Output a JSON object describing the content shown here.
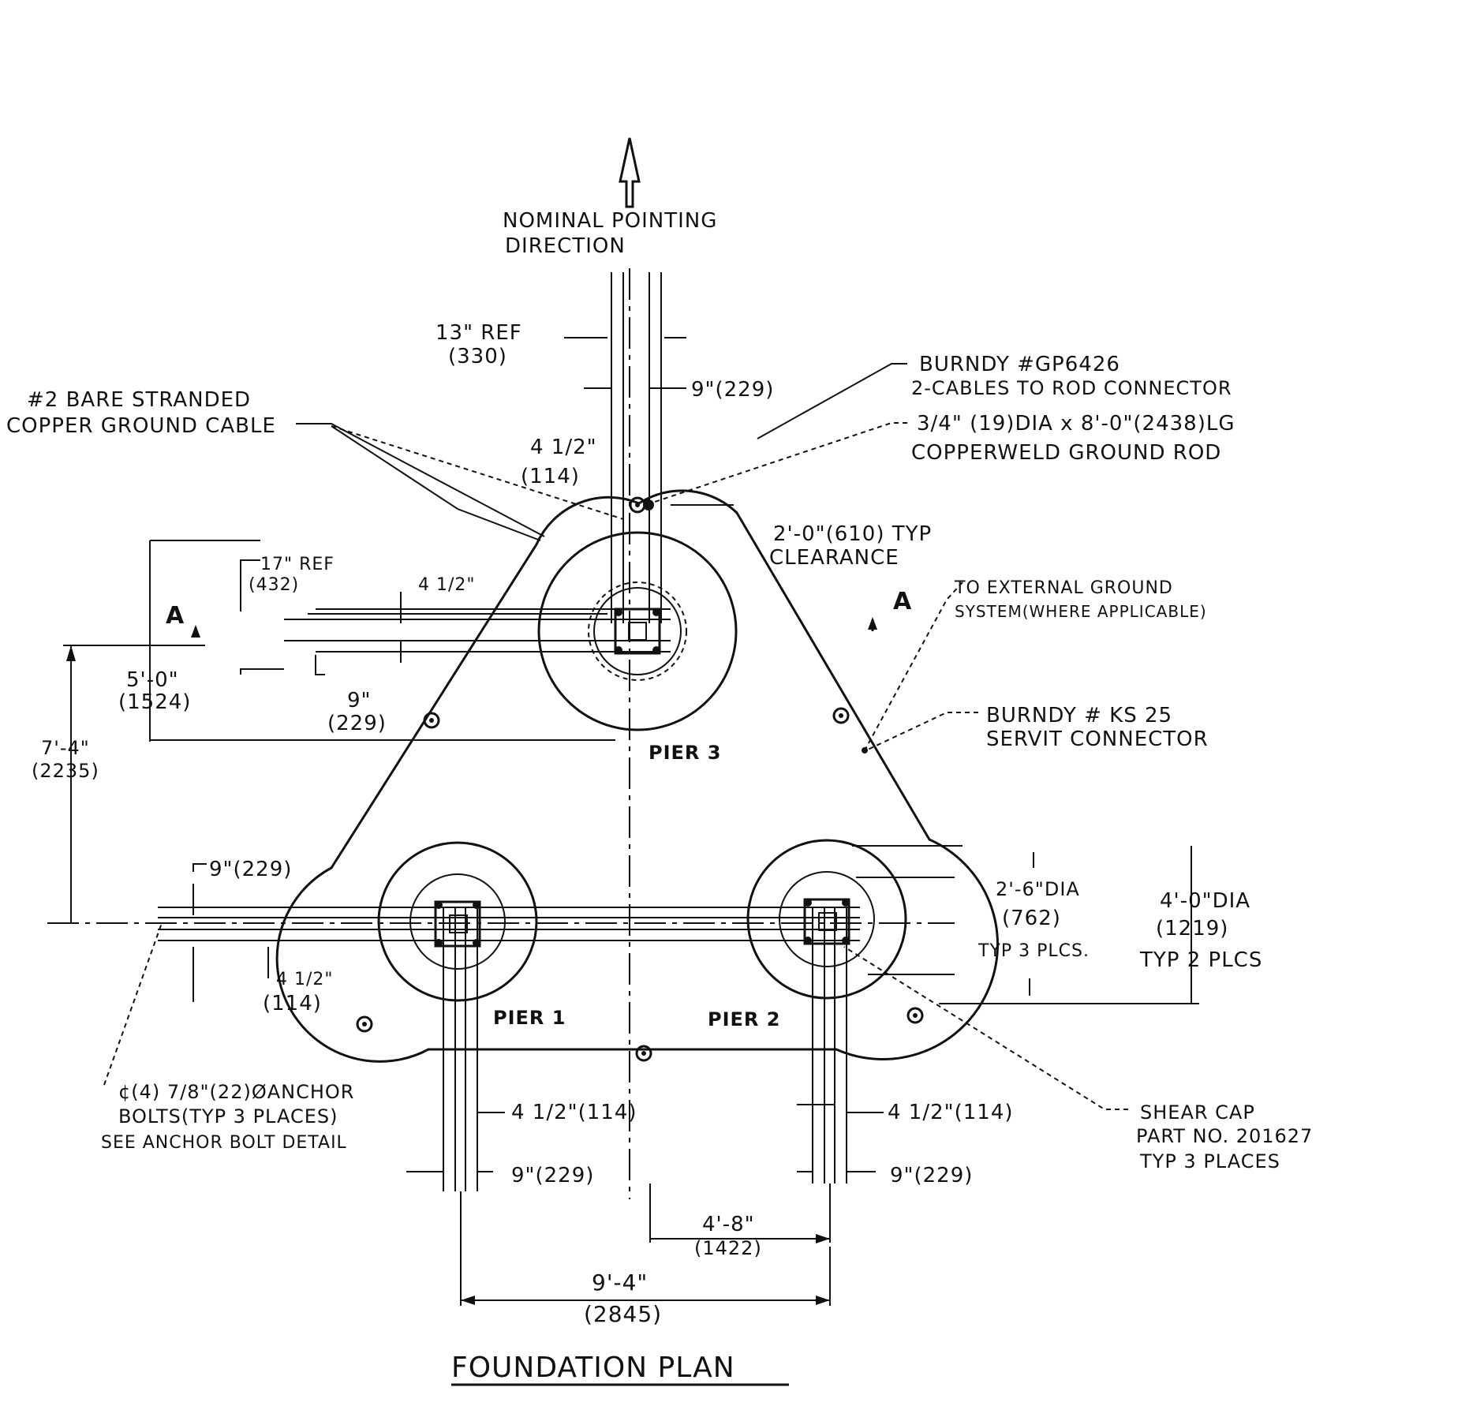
{
  "title": "FOUNDATION PLAN",
  "pointing": {
    "line1": "NOMINAL POINTING",
    "line2": "DIRECTION"
  },
  "piers": {
    "p1": "PIER 1",
    "p2": "PIER 2",
    "p3": "PIER 3"
  },
  "section_marks": {
    "left": "A",
    "right": "A"
  },
  "callouts": {
    "ground_cable": {
      "line1": "#2 BARE STRANDED",
      "line2": "COPPER GROUND CABLE"
    },
    "burndy_gp": {
      "line1": "BURNDY #GP6426",
      "line2": "2-CABLES TO ROD CONNECTOR"
    },
    "ground_rod": {
      "line1": "3/4\" (19)DIA x 8'-0\"(2438)LG",
      "line2": "COPPERWELD GROUND ROD"
    },
    "clearance": {
      "line1": "2'-0\"(610) TYP",
      "line2": "CLEARANCE"
    },
    "external_ground": {
      "line1": "TO EXTERNAL GROUND",
      "line2": "SYSTEM(WHERE APPLICABLE)"
    },
    "burndy_ks": {
      "line1": "BURNDY # KS 25",
      "line2": "SERVIT CONNECTOR"
    },
    "shear_cap": {
      "line1": "SHEAR CAP",
      "line2": "PART NO. 201627",
      "line3": "TYP 3 PLACES"
    },
    "anchor": {
      "line1": "¢(4) 7/8\"(22)ØANCHOR",
      "line2": "BOLTS(TYP 3 PLACES)",
      "line3": "SEE ANCHOR BOLT DETAIL"
    }
  },
  "dimensions": {
    "ref13": {
      "line1": "13\" REF",
      "line2": "(330)"
    },
    "top_9": "9\"(229)",
    "top_4half": {
      "line1": "4 1/2\"",
      "line2": "(114)"
    },
    "ref17": {
      "line1": "17\" REF",
      "line2": "(432)"
    },
    "mid_4half": "4 1/2\"",
    "dim_5_0": {
      "line1": "5'-0\"",
      "line2": "(1524)"
    },
    "mid_9": {
      "line1": "9\"",
      "line2": "(229)"
    },
    "dim_7_4": {
      "line1": "7'-4\"",
      "line2": "(2235)"
    },
    "left_9": "9\"(229)",
    "left_4half": {
      "line1": "4 1/2\"",
      "line2": "(114)"
    },
    "dia_2_6": {
      "line1": "2'-6\"DIA",
      "line2": "(762)",
      "line3": "TYP 3 PLCS."
    },
    "dia_4_0": {
      "line1": "4'-0\"DIA",
      "line2": "(1219)",
      "line3": "TYP 2 PLCS"
    },
    "p1_4half": "4 1/2\"(114)",
    "p1_9": "9\"(229)",
    "p2_4half": "4 1/2\"(114)",
    "p2_9": "9\"(229)",
    "dim_4_8": {
      "line1": "4'-8\"",
      "line2": "(1422)"
    },
    "dim_9_4": {
      "line1": "9'-4\"",
      "line2": "(2845)"
    }
  }
}
